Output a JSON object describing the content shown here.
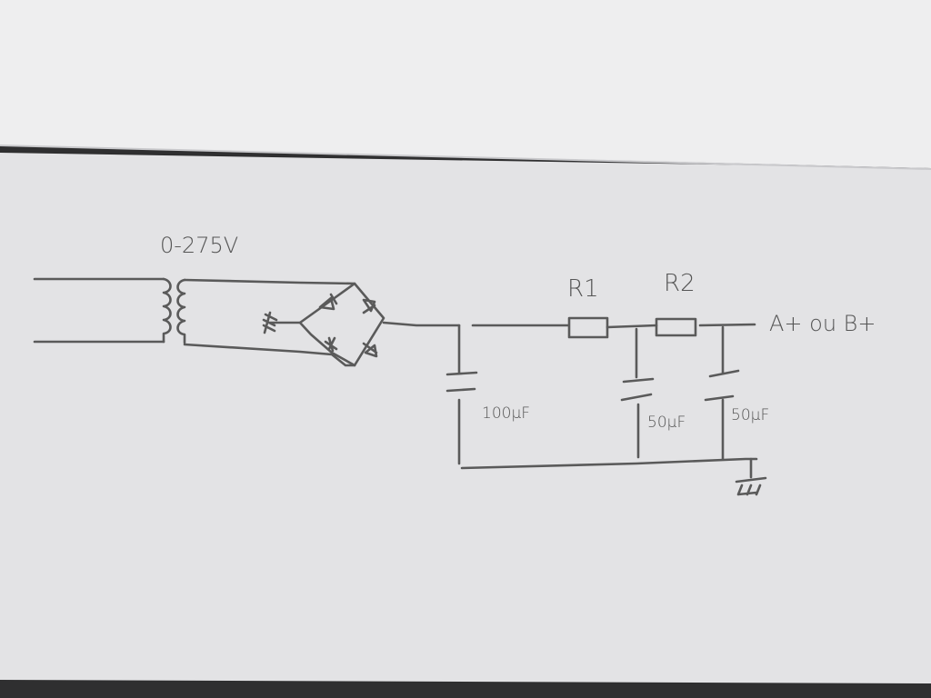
{
  "diagram": {
    "transformer_label": "0-275V",
    "r1_label": "R1",
    "r2_label": "R2",
    "output_label": "A+ ou B+",
    "c1_label": "100µF",
    "c2_label": "50µF",
    "c3_label": "50µF"
  },
  "colors": {
    "ink": "#5a5a5a",
    "paper": "#e4e4e6",
    "top_sheet": "#eeeeef"
  }
}
